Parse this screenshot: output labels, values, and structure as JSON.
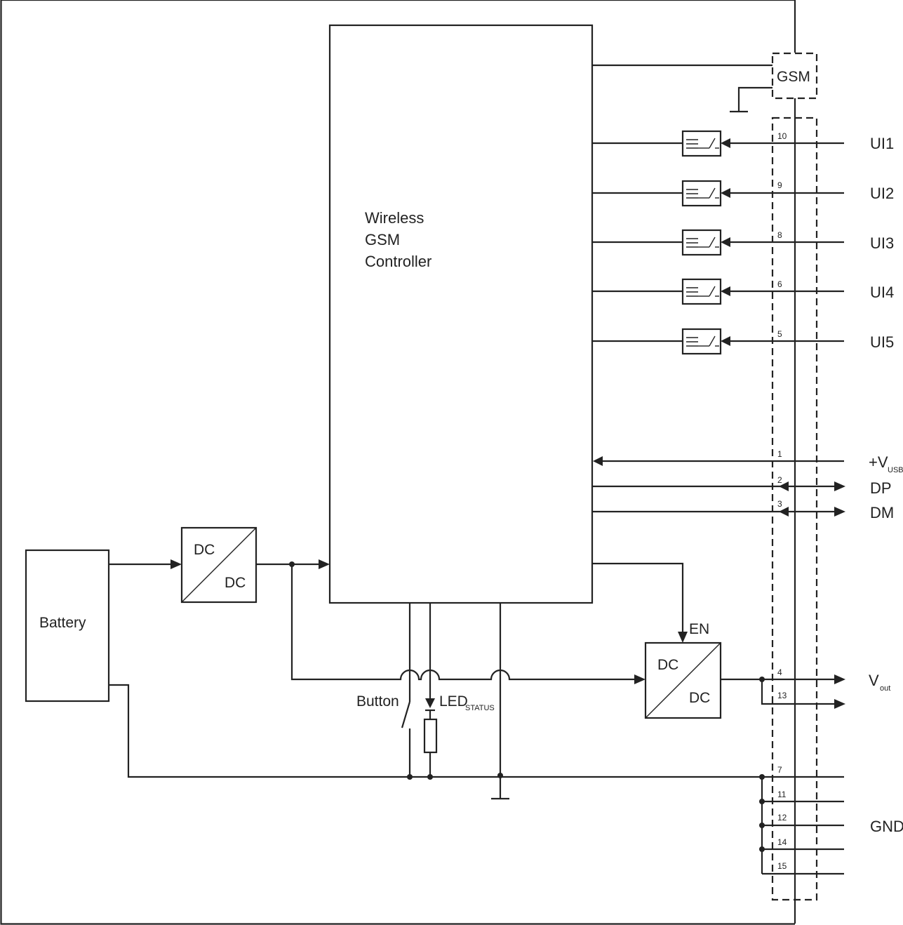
{
  "diagram": {
    "controller_lines": [
      "Wireless",
      "GSM",
      "Controller"
    ],
    "battery": "Battery",
    "dcdc1_in": "DC",
    "dcdc1_out": "DC",
    "dcdc2_in": "DC",
    "dcdc2_out": "DC",
    "en": "EN",
    "gsm": "GSM",
    "button": "Button",
    "led": "LED",
    "led_sub": "STATUS",
    "signals": {
      "ui1": "UI1",
      "ui2": "UI2",
      "ui3": "UI3",
      "ui4": "UI4",
      "ui5": "UI5",
      "vusb": "+V",
      "vusb_sub": "USB",
      "dp": "DP",
      "dm": "DM",
      "vout": "V",
      "vout_sub": "out",
      "gnd": "GND"
    },
    "pins": {
      "ui1": "10",
      "ui2": "9",
      "ui3": "8",
      "ui4": "6",
      "ui5": "5",
      "vusb": "1",
      "dp": "2",
      "dm": "3",
      "vout_a": "4",
      "vout_b": "13",
      "gnd_a": "7",
      "gnd_b": "11",
      "gnd_c": "12",
      "gnd_d": "14",
      "gnd_e": "15"
    }
  }
}
